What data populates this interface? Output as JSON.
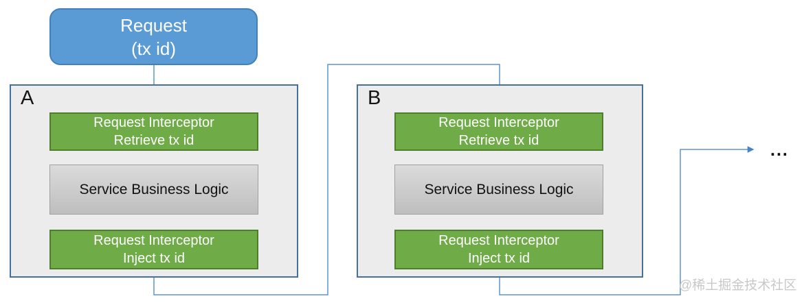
{
  "diagram": {
    "request": {
      "line1": "Request",
      "line2": "(tx id)"
    },
    "services": [
      {
        "label": "A",
        "boxes": [
          {
            "line1": "Request Interceptor",
            "line2": "Retrieve tx id"
          },
          {
            "text": "Service Business Logic"
          },
          {
            "line1": "Request Interceptor",
            "line2": "Inject tx id"
          }
        ]
      },
      {
        "label": "B",
        "boxes": [
          {
            "line1": "Request Interceptor",
            "line2": "Retrieve tx id"
          },
          {
            "text": "Service Business Logic"
          },
          {
            "line1": "Request Interceptor",
            "line2": "Inject tx id"
          }
        ]
      }
    ],
    "ellipsis": "...",
    "watermark": "@稀土掘金技术社区"
  },
  "colors": {
    "request_fill": "#5B9BD5",
    "request_border": "#4180B8",
    "interceptor_fill": "#6FAC47",
    "interceptor_border": "#4E7D2D",
    "logic_fill_top": "#DBDBDB",
    "logic_fill_bottom": "#BEBEBE",
    "container_fill": "#ECECEC",
    "container_border": "#45709C",
    "arrow_line": "#5E94CD",
    "arrow_head": "#4A83C2",
    "watermark_text": "#C8C8C8"
  }
}
